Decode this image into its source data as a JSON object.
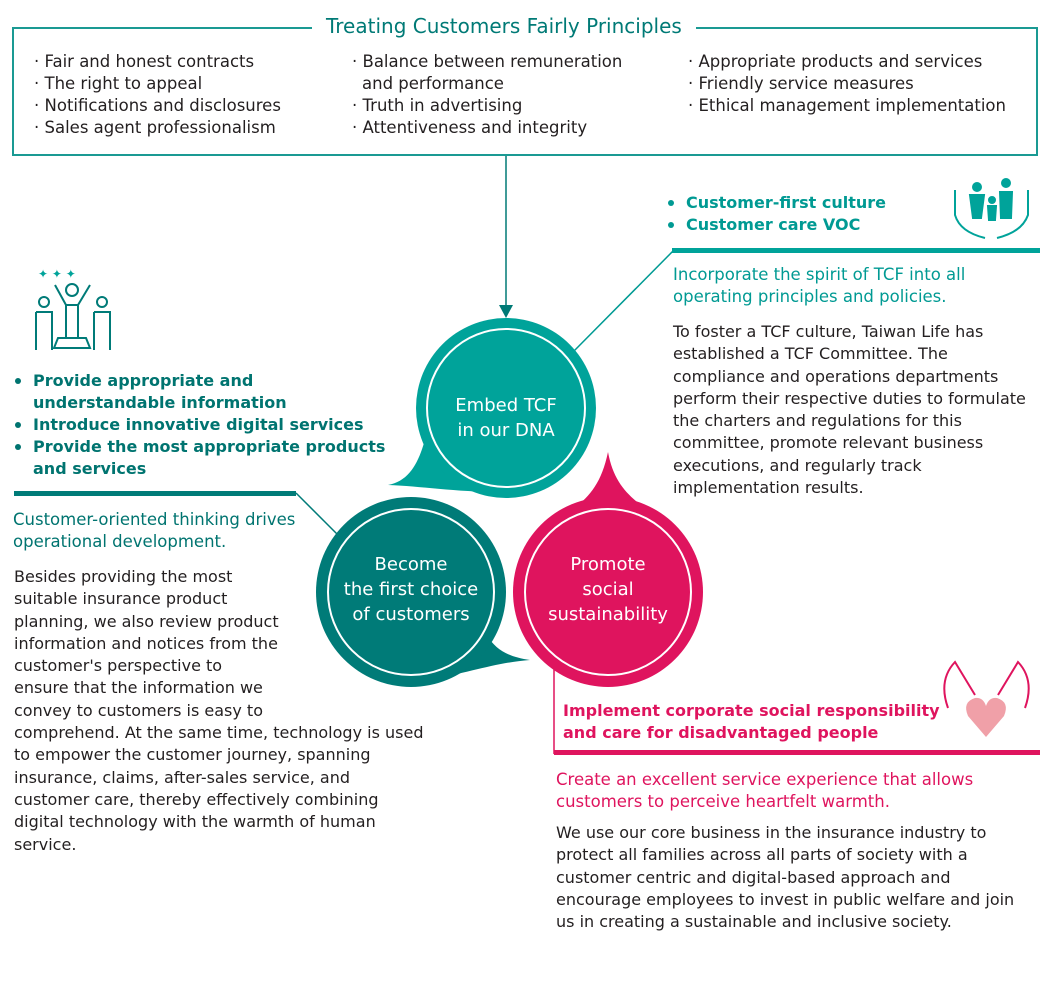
{
  "principles": {
    "title": "Treating Customers Fairly Principles",
    "col1": [
      "Fair and honest contracts",
      "The right to appeal",
      "Notifications and disclosures",
      "Sales agent professionalism"
    ],
    "col2": [
      "Balance between remuneration and performance",
      "Truth in advertising",
      "Attentiveness and integrity"
    ],
    "col3": [
      "Appropriate products and services",
      "Friendly service measures",
      "Ethical management implementation"
    ]
  },
  "circles": {
    "embed": {
      "line1": "Embed TCF",
      "line2": "in our DNA",
      "color": "#00a39a"
    },
    "first_choice": {
      "line1": "Become",
      "line2": "the first choice",
      "line3": "of customers",
      "color": "#007b78"
    },
    "social": {
      "line1": "Promote",
      "line2": "social",
      "line3": "sustainability",
      "color": "#df145e"
    }
  },
  "embed_section": {
    "bullets": [
      "Customer-first culture",
      "Customer care VOC"
    ],
    "subtitle": "Incorporate the spirit of TCF into all operating principles and policies.",
    "body": "To foster a TCF culture, Taiwan Life has established a TCF Committee. The compliance and operations departments perform their respective duties to formulate the charters and regulations for this committee, promote relevant business executions, and regularly track implementation results."
  },
  "customer_section": {
    "bullets": [
      "Provide appropriate and understandable information",
      "Introduce innovative digital services",
      "Provide the most appropriate products and services"
    ],
    "subtitle": "Customer-oriented thinking drives operational development.",
    "body": "Besides providing the most suitable insurance product planning, we also review product information and notices from the customer's perspective to ensure that the information we convey to customers is easy to comprehend. At the same time, technology is used to empower the customer journey, spanning insurance, claims, after-sales service, and customer care, thereby effectively combining digital technology with the warmth of human service."
  },
  "social_section": {
    "heading": "Implement corporate social responsibility and care for disadvantaged people",
    "subtitle": "Create an excellent service experience that allows customers to perceive heartfelt warmth.",
    "body": "We use our core business in the insurance industry to protect all families across all parts of society with a customer centric and digital-based approach and encourage employees to invest in public welfare and join us in creating a sustainable and inclusive society."
  }
}
